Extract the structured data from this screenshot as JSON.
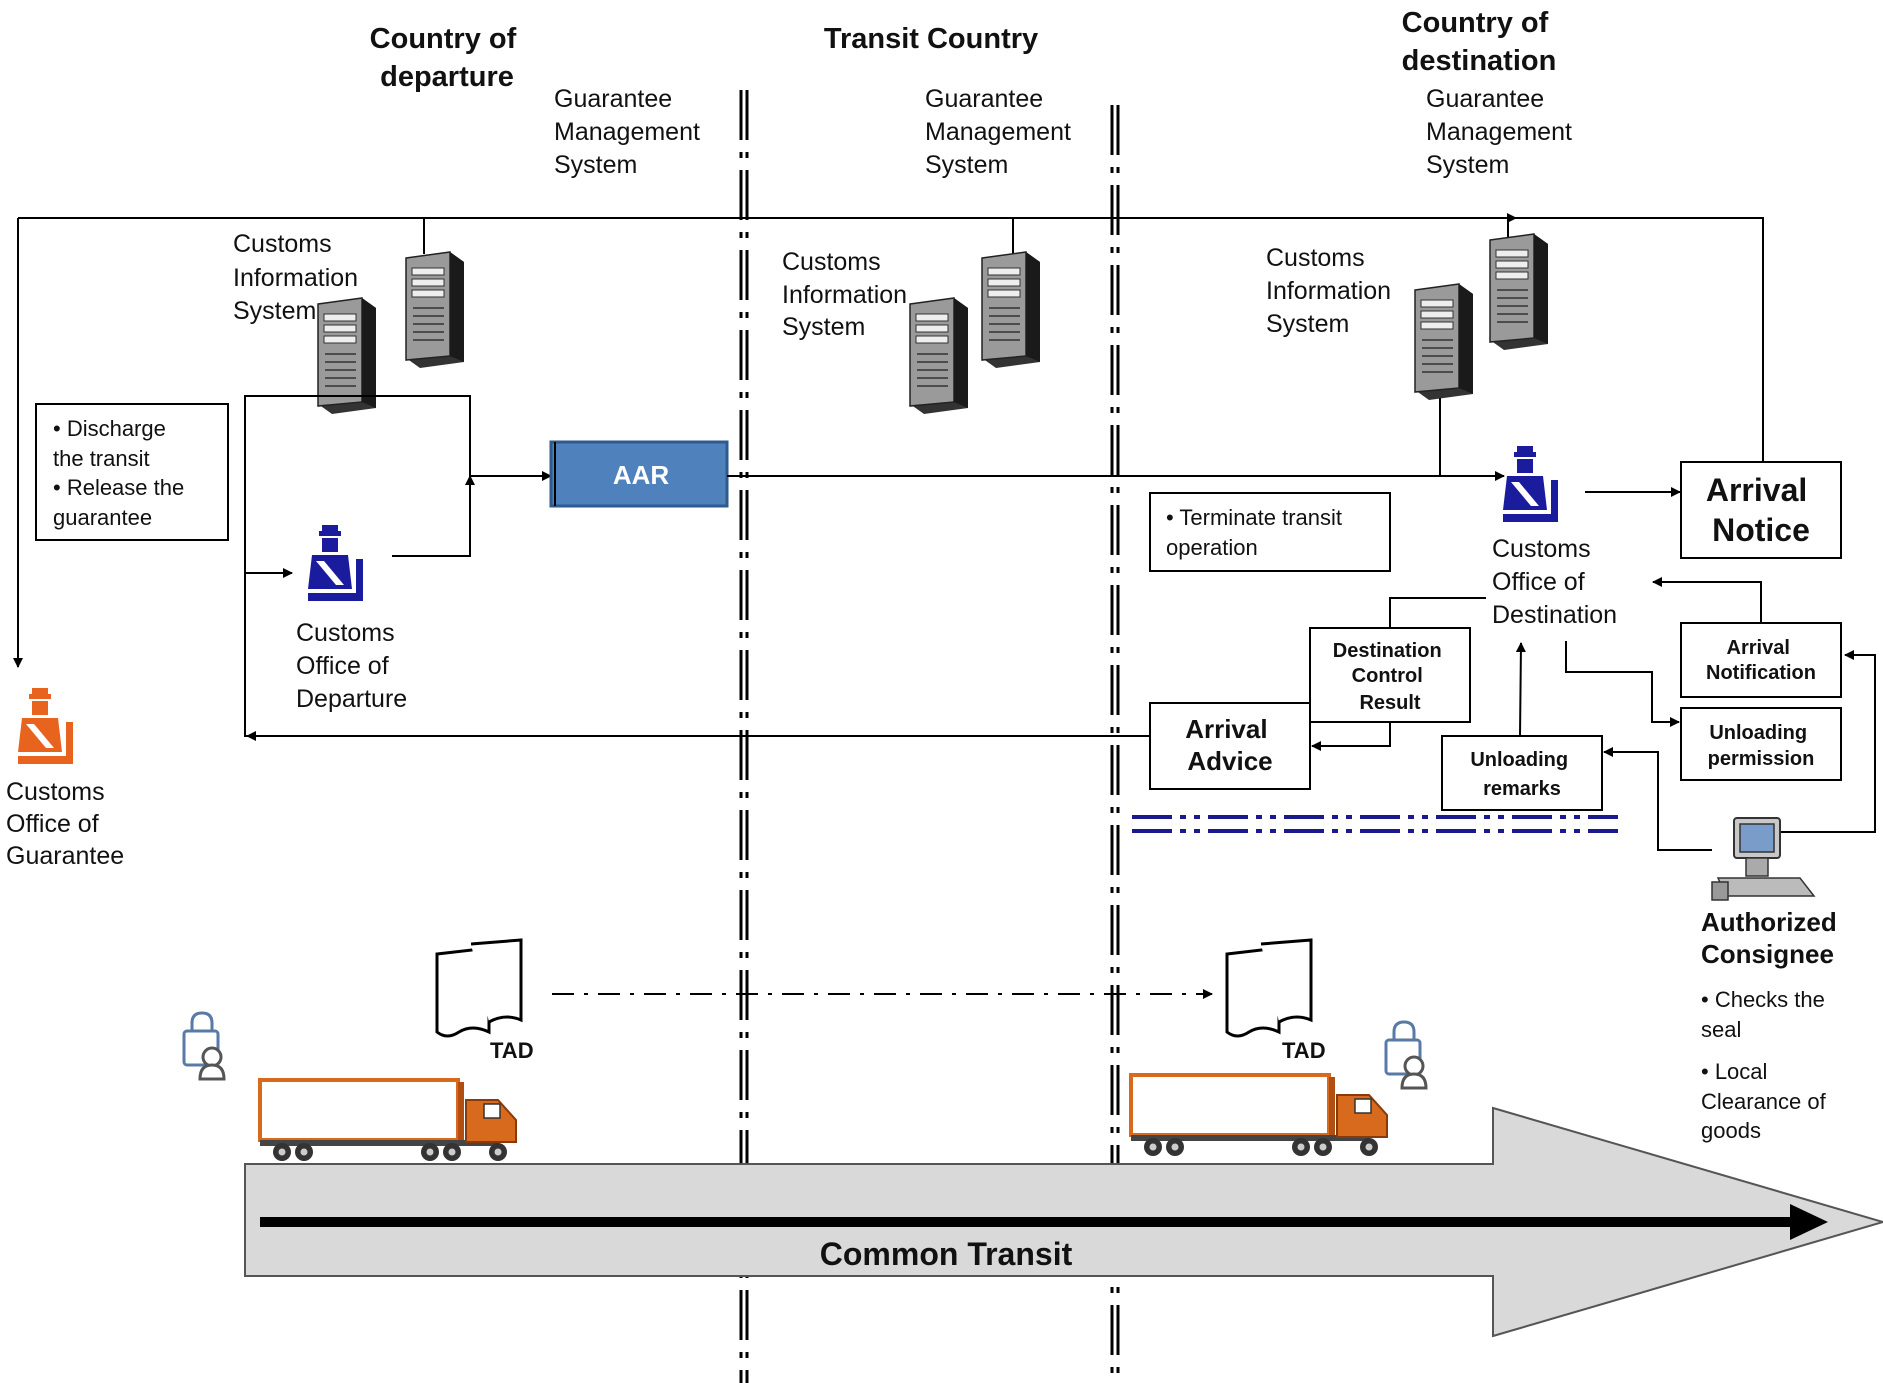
{
  "regions": {
    "departure": [
      "Country of",
      "departure"
    ],
    "transit": "Transit Country",
    "destination": [
      "Country of",
      "destination"
    ]
  },
  "gms": {
    "departure": [
      "Guarantee",
      "Management",
      "System"
    ],
    "transit": [
      "Guarantee",
      "Management",
      "System"
    ],
    "destination": [
      "Guarantee",
      "Management",
      "System"
    ]
  },
  "cis": {
    "departure": [
      "Customs",
      "Information",
      "System"
    ],
    "transit": [
      "Customs",
      "Information",
      "System"
    ],
    "destination": [
      "Customs",
      "Information",
      "System"
    ]
  },
  "offices": {
    "departure": [
      "Customs",
      "Office of",
      "Departure"
    ],
    "destination": [
      "Customs",
      "Office of",
      "Destination"
    ],
    "guarantee": [
      "Customs",
      "Office of",
      "Guarantee"
    ]
  },
  "notes": {
    "discharge": [
      "• Discharge",
      "the transit",
      "• Release the",
      "guarantee"
    ],
    "terminate": [
      "• Terminate transit",
      "operation"
    ],
    "consignee_checks": [
      "• Checks the",
      "seal"
    ],
    "consignee_clearance": [
      "• Local",
      "Clearance of",
      "goods"
    ]
  },
  "messages": {
    "aar": "AAR",
    "arrival_notice": [
      "Arrival",
      "Notice"
    ],
    "arrival_notification": [
      "Arrival",
      "Notification"
    ],
    "unloading_permission": [
      "Unloading",
      "permission"
    ],
    "unloading_remarks": [
      "Unloading",
      "remarks"
    ],
    "destination_control": [
      "Destination",
      "Control",
      "Result"
    ],
    "arrival_advice": [
      "Arrival",
      "Advice"
    ]
  },
  "consignee": [
    "Authorized",
    "Consignee"
  ],
  "tad": "TAD",
  "common_transit": "Common Transit",
  "colors": {
    "aar_fill": "#4f81bd",
    "officer_blue": "#1b1b9e",
    "officer_orange": "#e8641e",
    "arrow_fill": "#d9d9d9",
    "truck_orange": "#d86a1e",
    "dashed_blue": "#1a1a8c"
  }
}
